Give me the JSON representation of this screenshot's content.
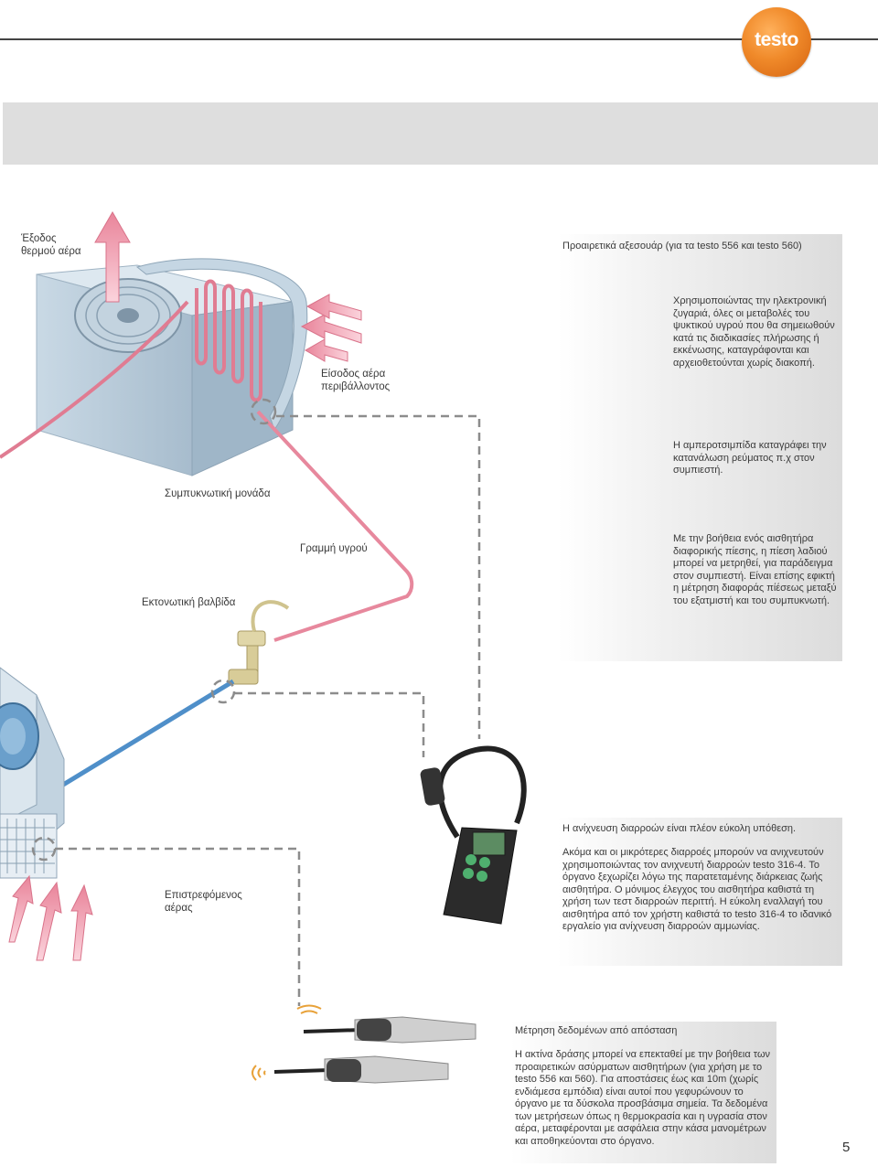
{
  "brand": {
    "logo_text": "testo",
    "accent": "#e8731a"
  },
  "page_number": "5",
  "diagram": {
    "heat_exit": "Έξοδος θερμού αέρα",
    "air_inlet": "Είσοδος αέρα περιβάλλοντος",
    "condenser_unit": "Συμπυκνωτική μονάδα",
    "liquid_line": "Γραμμή υγρού",
    "expansion_valve": "Εκτονωτική βαλβίδα",
    "return_air": "Επιστρεφόμενος αέρας"
  },
  "accessories": {
    "title": "Προαιρετικά αξεσουάρ (για τα testo 556 και testo 560)",
    "scale_text": "Χρησιμοποιώντας την ηλεκτρονική ζυγαριά, όλες οι μεταβολές του ψυκτικού υγρού που θα σημειωθούν κατά τις διαδικασίες πλήρωσης ή εκκένωσης, καταγράφονται και αρχειοθετούνται χωρίς διακοπή.",
    "clamp_text": "Η αμπεροτσιμπίδα καταγράφει την κατανάλωση ρεύματος π.χ στον συμπιεστή.",
    "pressure_text": "Με την βοήθεια ενός αισθητήρα διαφορικής πίεσης, η πίεση λαδιού μπορεί να μετρηθεί, για παράδειγμα στον συμπιεστή. Είναι επίσης εφικτή η μέτρηση διαφοράς πίέσεως μεταξύ του εξατμιστή και του συμπυκνωτή."
  },
  "leak": {
    "title": "Η ανίχνευση διαρροών είναι πλέον εύκολη υπόθεση.",
    "text": "Ακόμα και οι μικρότερες διαρροές μπορούν να ανιχνευτούν χρησιμοποιώντας τον ανιχνευτή διαρροών testo 316-4. Το όργανο ξεχωρίζει λόγω της παρατεταμένης διάρκειας ζωής αισθητήρα. Ο μόνιμος έλεγχος του αισθητήρα καθιστά τη χρήση των τεστ διαρροών περιττή. Η εύκολη εναλλαγή του αισθητήρα από τον χρήστη καθιστά το testo 316-4 το ιδανικό εργαλείο για ανίχνευση διαρροών αμμωνίας."
  },
  "remote": {
    "title": "Μέτρηση δεδομένων από απόσταση",
    "text": "Η ακτίνα δράσης μπορεί να επεκταθεί με την βοήθεια των προαιρετικών ασύρματων αισθητήρων (για χρήση με το testo 556 και 560). Για αποστάσεις έως και 10m (χωρίς ενδιάμεσα εμπόδια) είναι αυτοί που γεφυρώνουν το όργανο με τα δύσκολα προσβάσιμα σημεία. Τα δεδομένα των μετρήσεων όπως η θερμοκρασία και η υγρασία στον αέρα, μεταφέρονται με ασφάλεια στην κάσα μανομέτρων και αποθηκεύονται στο όργανο."
  }
}
